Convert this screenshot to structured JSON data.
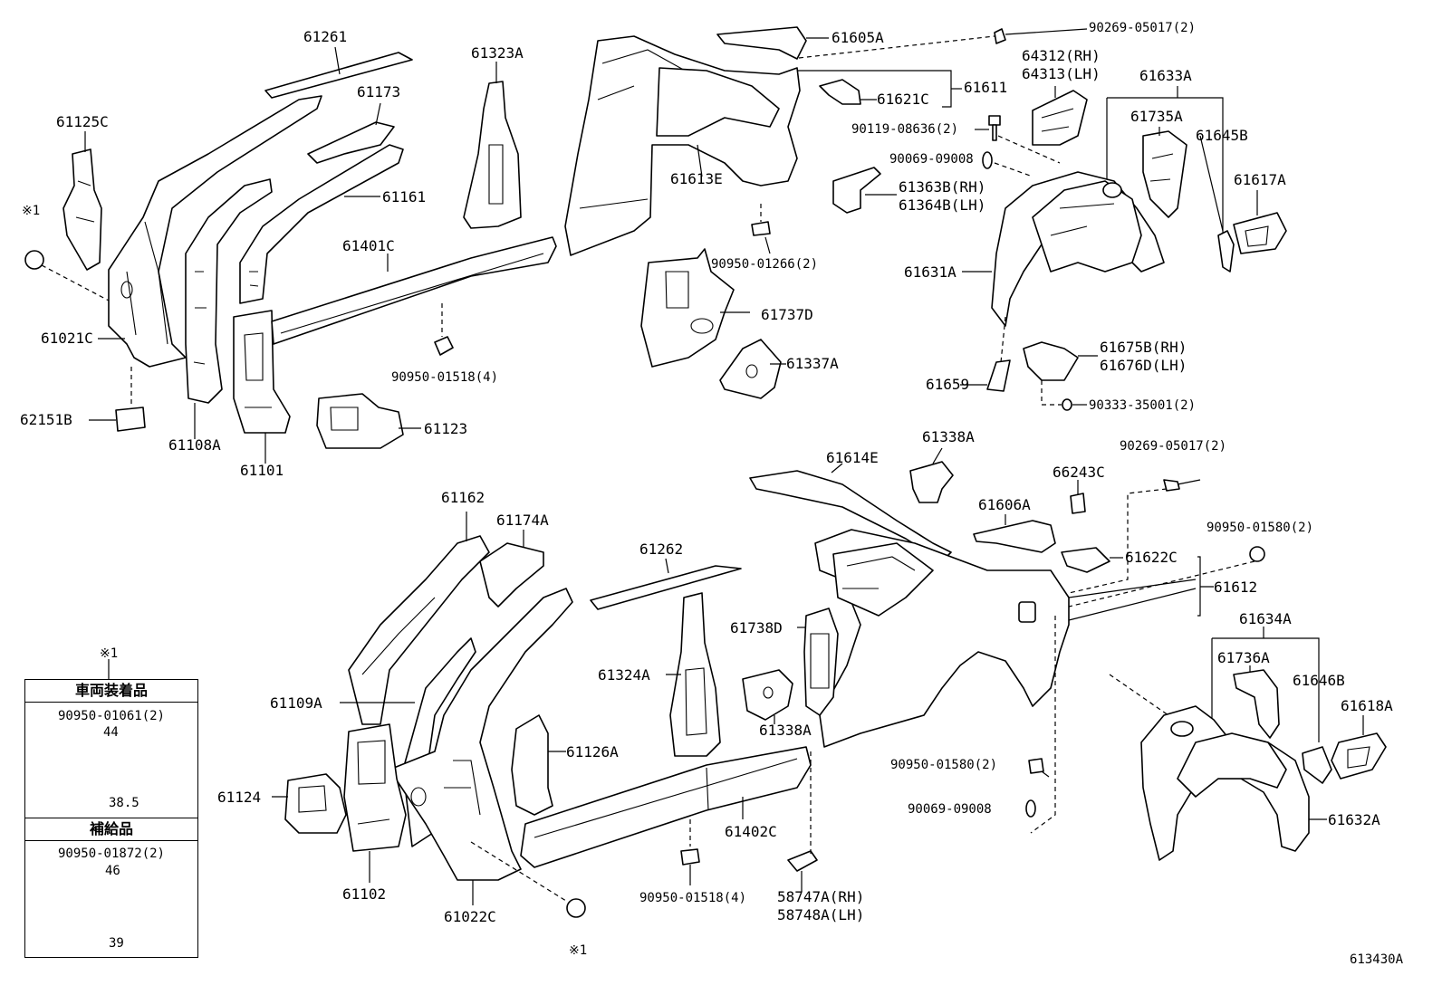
{
  "labels": {
    "p61261": "61261",
    "p61323A": "61323A",
    "p61605A": "61605A",
    "p90269_05017_top": "90269-05017(2)",
    "p64312": "64312(RH)",
    "p64313": "64313(LH)",
    "p61633A": "61633A",
    "p61125C": "61125C",
    "p61173": "61173",
    "p61621C": "61621C",
    "p61611": "61611",
    "p90119": "90119-08636(2)",
    "p61735A": "61735A",
    "p61645B": "61645B",
    "p61161": "61161",
    "p61613E": "61613E",
    "p90069_top": "90069-09008",
    "p61617A": "61617A",
    "p61363B": "61363B(RH)",
    "p61364B": "61364B(LH)",
    "p61401C": "61401C",
    "p90950_01266": "90950-01266(2)",
    "p61631A": "61631A",
    "p61021C": "61021C",
    "p61737D": "61737D",
    "p61675B": "61675B(RH)",
    "p61676D": "61676D(LH)",
    "p90950_01518_top": "90950-01518(4)",
    "p61337A": "61337A",
    "p61659": "61659",
    "p90333": "90333-35001(2)",
    "p62151B": "62151B",
    "p61123": "61123",
    "p61108A": "61108A",
    "p61101": "61101",
    "p61338A_top": "61338A",
    "p61614E": "61614E",
    "p90269_05017_mid": "90269-05017(2)",
    "p66243C": "66243C",
    "p61162": "61162",
    "p61606A": "61606A",
    "p61174A": "61174A",
    "p90950_01580_right": "90950-01580(2)",
    "p61262": "61262",
    "p61622C": "61622C",
    "p61612": "61612",
    "p61634A": "61634A",
    "p61738D": "61738D",
    "p61324A": "61324A",
    "p61736A": "61736A",
    "p61646B": "61646B",
    "p61109A": "61109A",
    "p61618A": "61618A",
    "p61338A_bot": "61338A",
    "p61126A": "61126A",
    "p90950_01580_mid": "90950-01580(2)",
    "p61124": "61124",
    "p90069_bot": "90069-09008",
    "p61402C": "61402C",
    "p61632A": "61632A",
    "p61102": "61102",
    "p61022C": "61022C",
    "p90950_01518_bot": "90950-01518(4)",
    "p58747A": "58747A(RH)",
    "p58748A": "58748A(LH)",
    "note_mark_top": "※1",
    "note_mark_left": "※1",
    "note_mark_bottom": "※1",
    "figure_id": "613430A"
  },
  "note_box": {
    "mark": "※1",
    "section1_title": "車両装着品",
    "section1_part": "90950-01061(2)",
    "section1_top_dim": "44",
    "section1_bottom_dim": "38.5",
    "section2_title": "補給品",
    "section2_part": "90950-01872(2)",
    "section2_top_dim": "46",
    "section2_bottom_dim": "39"
  }
}
